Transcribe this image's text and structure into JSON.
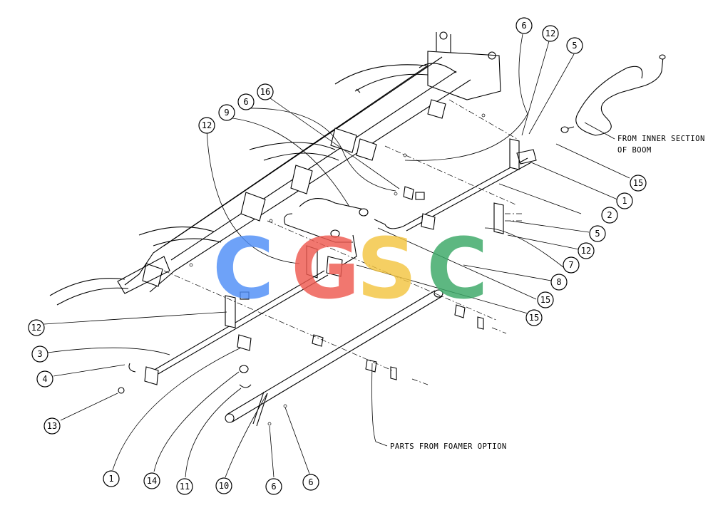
{
  "callouts": [
    {
      "label": "6"
    },
    {
      "label": "12"
    },
    {
      "label": "5"
    },
    {
      "label": "16"
    },
    {
      "label": "6"
    },
    {
      "label": "9"
    },
    {
      "label": "12"
    },
    {
      "label": "15"
    },
    {
      "label": "1"
    },
    {
      "label": "2"
    },
    {
      "label": "5"
    },
    {
      "label": "12"
    },
    {
      "label": "7"
    },
    {
      "label": "8"
    },
    {
      "label": "15"
    },
    {
      "label": "15"
    },
    {
      "label": "12"
    },
    {
      "label": "3"
    },
    {
      "label": "4"
    },
    {
      "label": "13"
    },
    {
      "label": "1"
    },
    {
      "label": "14"
    },
    {
      "label": "11"
    },
    {
      "label": "10"
    },
    {
      "label": "6"
    },
    {
      "label": "6"
    }
  ],
  "notes": {
    "inner_section_line1": "FROM INNER SECTION",
    "inner_section_line2": "OF BOOM",
    "foamer": "PARTS FROM FOAMER OPTION"
  },
  "watermark": {
    "letters": [
      "C",
      "G",
      "S",
      "C"
    ],
    "colors": [
      "#4f8ef7",
      "#ef5a50",
      "#f4c542",
      "#3aa866"
    ]
  }
}
